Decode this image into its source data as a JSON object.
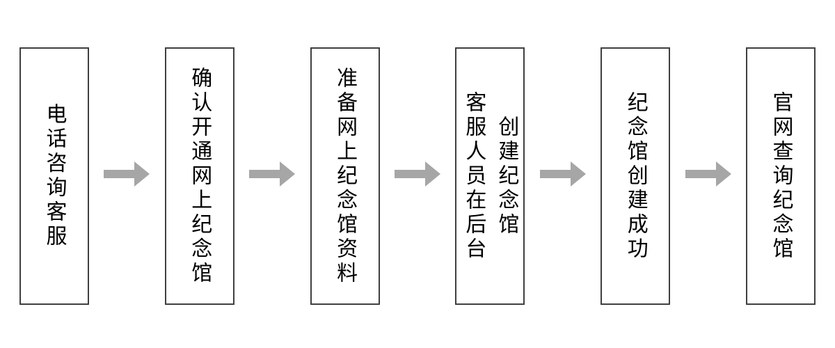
{
  "diagram": {
    "type": "flowchart",
    "direction": "left-to-right",
    "connector_icon": "right-arrow",
    "colors": {
      "box_border": "#3f3f3f",
      "arrow": "#a6a6a6",
      "text": "#000000",
      "background": "#ffffff"
    },
    "steps": [
      {
        "label": "电话咨询客服",
        "lines": [
          "电话咨询客服"
        ]
      },
      {
        "label": "确认开通网上纪念馆",
        "lines": [
          "确认开通网上纪念馆"
        ]
      },
      {
        "label": "准备网上纪念馆资料",
        "lines": [
          "准备网上纪念馆资料"
        ]
      },
      {
        "label": "客服人员在后台\n创建纪念馆",
        "lines": [
          "客服人员在后台",
          "创建纪念馆"
        ]
      },
      {
        "label": "纪念馆创建成功",
        "lines": [
          "纪念馆创建成功"
        ]
      },
      {
        "label": "官网查询纪念馆",
        "lines": [
          "官网查询纪念馆"
        ]
      }
    ]
  }
}
